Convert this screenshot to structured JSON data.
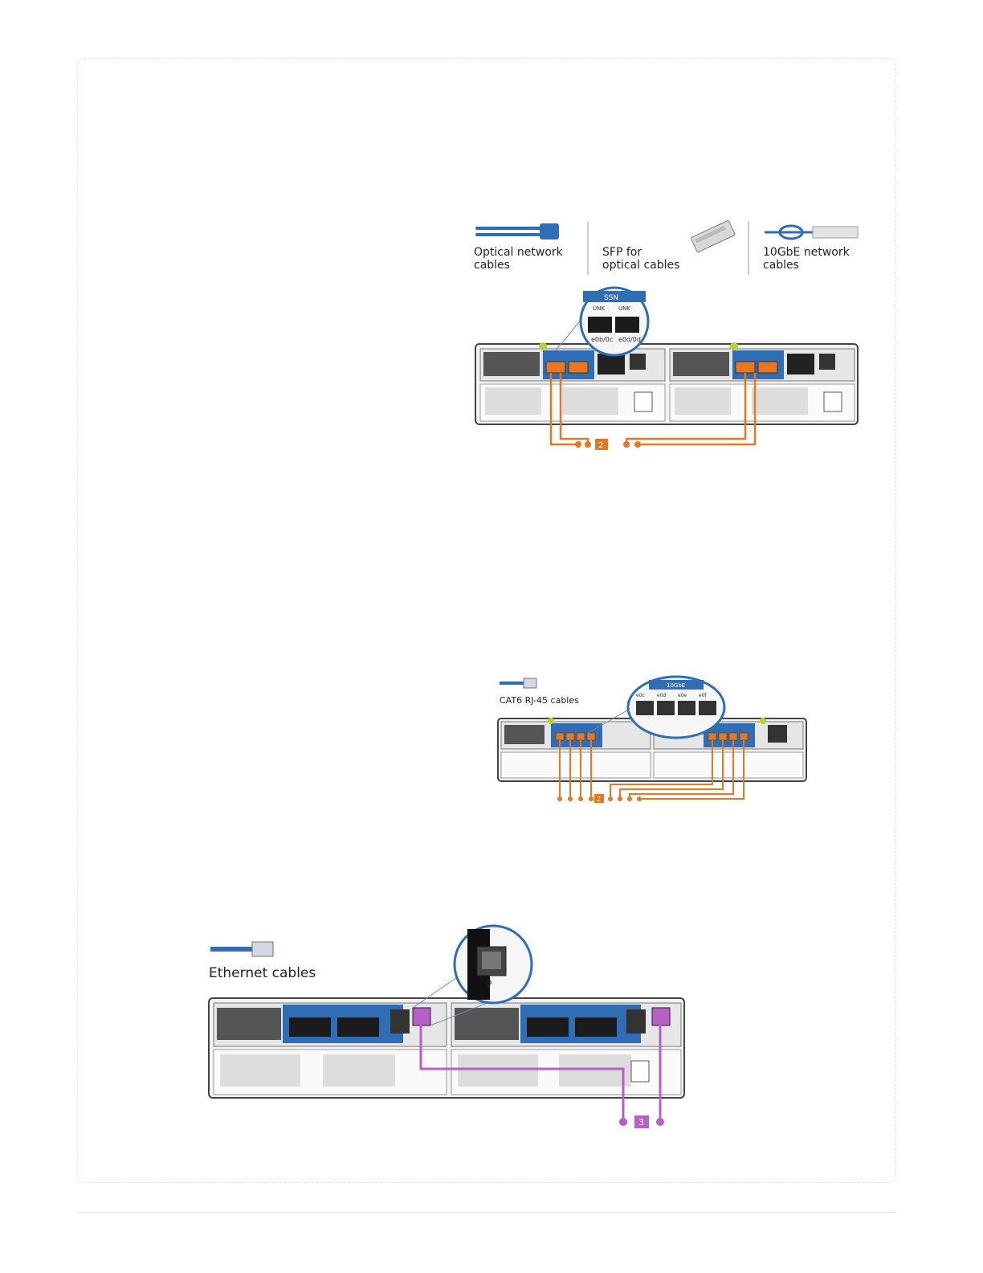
{
  "figure1": {
    "legend_optical_line1": "Optical network",
    "legend_optical_line2": "cables",
    "legend_sfp_line1": "SFP for",
    "legend_sfp_line2": "optical cables",
    "legend_10gbe_line1": "10GbE network",
    "legend_10gbe_line2": "cables",
    "zoom_port_a": "e0b/0c",
    "zoom_port_b": "e0d/0d",
    "zoom_port_a_top": "UNK",
    "zoom_port_b_top": "UNK",
    "zoom_header": "SSN",
    "step_badge": "2"
  },
  "figure2": {
    "legend_cat6": "CAT6 RJ-45 cables",
    "zoom_header": "10GbE",
    "zoom_ports": [
      "e0c",
      "e0d",
      "e0e",
      "e0f"
    ],
    "step_badge": "2"
  },
  "figure3": {
    "legend_ethernet": "Ethernet cables",
    "step_badge": "3"
  },
  "colors": {
    "orange": "#e87722",
    "purple": "#b65fc7",
    "blue": "#2f6db5",
    "chassis": "#f3f3f3",
    "outline": "#444444"
  }
}
